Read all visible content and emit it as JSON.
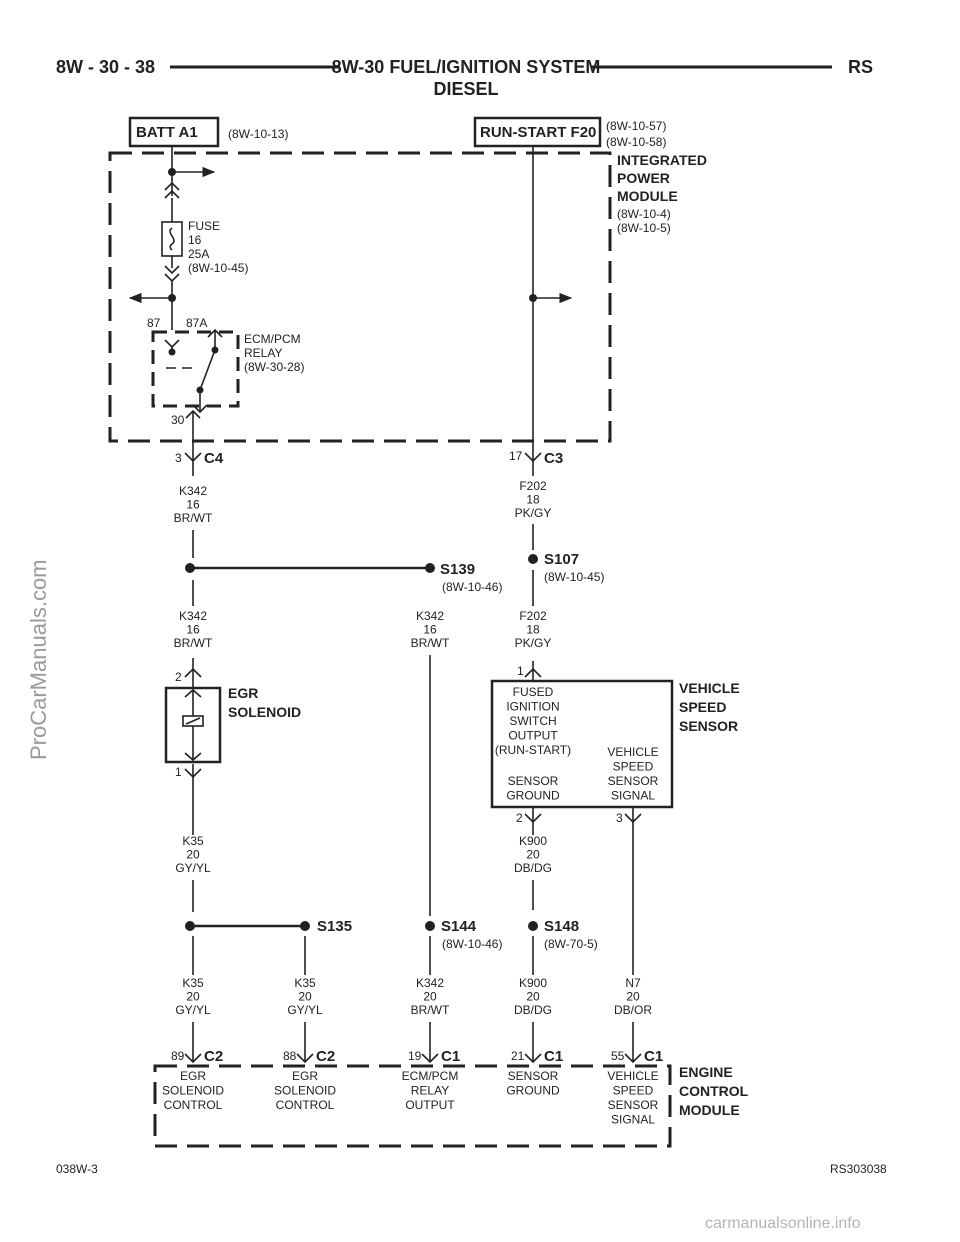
{
  "header": {
    "page_ref": "8W - 30 - 38",
    "title_line1": "8W-30 FUEL/IGNITION SYSTEM",
    "title_line2": "DIESEL",
    "model_code": "RS"
  },
  "footer": {
    "left_code": "038W-3",
    "right_code": "RS303038"
  },
  "watermarks": {
    "side": "ProCarManuals.com",
    "bottom": "carmanualsonline.info"
  },
  "sources": {
    "batt": {
      "label": "BATT A1",
      "ref": "(8W-10-13)"
    },
    "run_start": {
      "label": "RUN-START F20",
      "ref1": "(8W-10-57)",
      "ref2": "(8W-10-58)"
    }
  },
  "ipm": {
    "line1": "INTEGRATED",
    "line2": "POWER",
    "line3": "MODULE",
    "ref1": "(8W-10-4)",
    "ref2": "(8W-10-5)"
  },
  "fuse": {
    "line1": "FUSE",
    "line2": "16",
    "line3": "25A",
    "ref": "(8W-10-45)"
  },
  "relay": {
    "pin87": "87",
    "pin87a": "87A",
    "pin30": "30",
    "line1": "ECM/PCM",
    "line2": "RELAY",
    "ref": "(8W-30-28)"
  },
  "connectors": {
    "c4": {
      "pin": "3",
      "name": "C4"
    },
    "c3": {
      "pin": "17",
      "name": "C3"
    },
    "egr_top_pin": "2",
    "egr_bottom_pin": "1",
    "vss_pin1": "1",
    "vss_pin2": "2",
    "vss_pin3": "3",
    "ecm_89": {
      "pin": "89",
      "name": "C2"
    },
    "ecm_88": {
      "pin": "88",
      "name": "C2"
    },
    "ecm_19": {
      "pin": "19",
      "name": "C1"
    },
    "ecm_21": {
      "pin": "21",
      "name": "C1"
    },
    "ecm_55": {
      "pin": "55",
      "name": "C1"
    }
  },
  "wires": {
    "k342_top": [
      "K342",
      "16",
      "BR/WT"
    ],
    "f202_top": [
      "F202",
      "18",
      "PK/GY"
    ],
    "k342_mid": [
      "K342",
      "16",
      "BR/WT"
    ],
    "k342_mid2": [
      "K342",
      "16",
      "BR/WT"
    ],
    "f202_mid": [
      "F202",
      "18",
      "PK/GY"
    ],
    "k35_mid": [
      "K35",
      "20",
      "GY/YL"
    ],
    "k900_mid": [
      "K900",
      "20",
      "DB/DG"
    ],
    "k35_b1": [
      "K35",
      "20",
      "GY/YL"
    ],
    "k35_b2": [
      "K35",
      "20",
      "GY/YL"
    ],
    "k342_b": [
      "K342",
      "20",
      "BR/WT"
    ],
    "k900_b": [
      "K900",
      "20",
      "DB/DG"
    ],
    "n7_b": [
      "N7",
      "20",
      "DB/OR"
    ]
  },
  "splices": {
    "s139": {
      "name": "S139",
      "ref": "(8W-10-46)"
    },
    "s107": {
      "name": "S107",
      "ref": "(8W-10-45)"
    },
    "s135": {
      "name": "S135"
    },
    "s144": {
      "name": "S144",
      "ref": "(8W-10-46)"
    },
    "s148": {
      "name": "S148",
      "ref": "(8W-70-5)"
    }
  },
  "egr": {
    "line1": "EGR",
    "line2": "SOLENOID"
  },
  "vss": {
    "title": [
      "VEHICLE",
      "SPEED",
      "SENSOR"
    ],
    "fused": [
      "FUSED",
      "IGNITION",
      "SWITCH",
      "OUTPUT",
      "(RUN-START)"
    ],
    "ground": [
      "SENSOR",
      "GROUND"
    ],
    "signal": [
      "VEHICLE",
      "SPEED",
      "SENSOR",
      "SIGNAL"
    ]
  },
  "ecm": {
    "title": [
      "ENGINE",
      "CONTROL",
      "MODULE"
    ],
    "pin89": [
      "EGR",
      "SOLENOID",
      "CONTROL"
    ],
    "pin88": [
      "EGR",
      "SOLENOID",
      "CONTROL"
    ],
    "pin19": [
      "ECM/PCM",
      "RELAY",
      "OUTPUT"
    ],
    "pin21": [
      "SENSOR",
      "GROUND"
    ],
    "pin55": [
      "VEHICLE",
      "SPEED",
      "SENSOR",
      "SIGNAL"
    ]
  }
}
